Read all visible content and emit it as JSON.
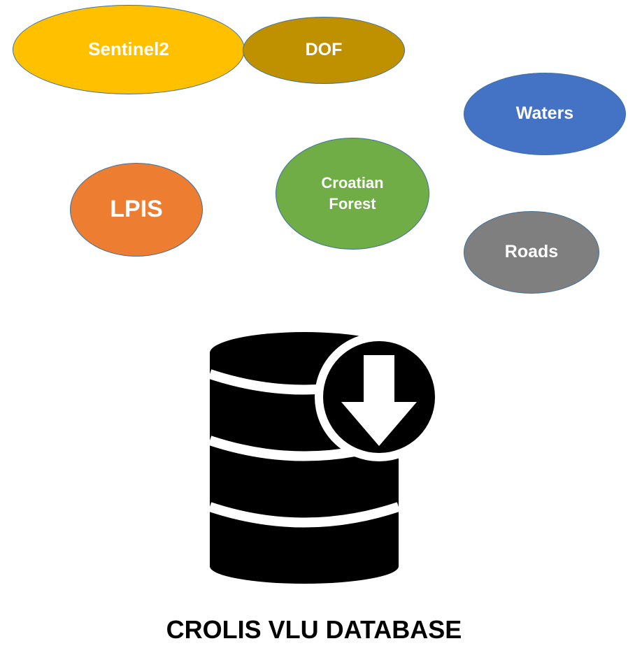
{
  "sources": [
    {
      "id": "e-sentinel",
      "label": "Sentinel2",
      "color": "#ffc000"
    },
    {
      "id": "e-dof",
      "label": "DOF",
      "color": "#bf9000"
    },
    {
      "id": "e-waters",
      "label": "Waters",
      "color": "#4472c4"
    },
    {
      "id": "e-lpis",
      "label": "LPIS",
      "color": "#ed7d31"
    },
    {
      "id": "e-forest",
      "label": "Croatian\nForest",
      "color": "#70ad47"
    },
    {
      "id": "e-roads",
      "label": "Roads",
      "color": "#7f7f7f"
    }
  ],
  "icon": "database-download-icon",
  "caption": "CROLIS VLU DATABASE"
}
